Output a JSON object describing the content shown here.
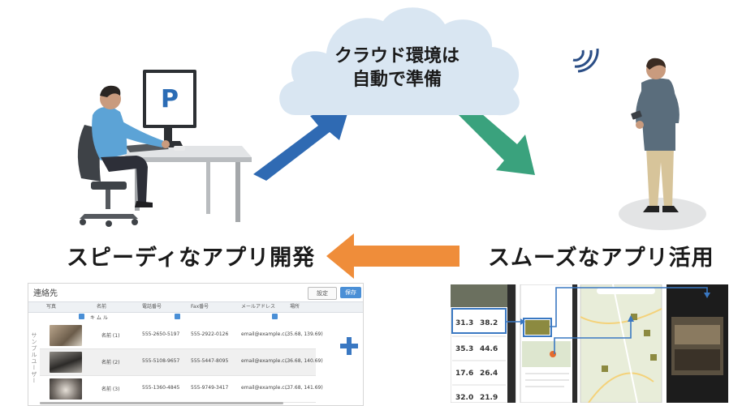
{
  "cloud": {
    "line1": "クラウド環境は",
    "line2": "自動で準備"
  },
  "captions": {
    "left": "スピーディなアプリ開発",
    "right": "スムーズなアプリ活用"
  },
  "monitor": {
    "logo_letter": "P"
  },
  "table": {
    "title": "連絡先",
    "settings_label": "設定",
    "save_label": "保存",
    "side_label": "サンプルユーザー",
    "columns": [
      "写真",
      "名前",
      "電話番号",
      "Fax番号",
      "メールアドレス",
      "場所"
    ],
    "filter_text": "キ ム ル",
    "rows": [
      {
        "name": "名前 (1)",
        "phone": "555-2650-5197",
        "fax": "555-2922-0126",
        "email": "email@example.c...",
        "loc": "(35.68, 139.69)"
      },
      {
        "name": "名前 (2)",
        "phone": "555-5108-9657",
        "fax": "555-5447-8095",
        "email": "email@example.c...",
        "loc": "(36.68, 140.69)"
      },
      {
        "name": "名前 (3)",
        "phone": "555-1360-4845",
        "fax": "555-9749-3417",
        "email": "email@example.c...",
        "loc": "(37.68, 141.69)"
      }
    ]
  },
  "phone_values": {
    "a1": "31.3",
    "a2": "38.2",
    "b1": "35.3",
    "b2": "44.6",
    "c1": "17.6",
    "c2": "26.4",
    "d1": "32.0",
    "d2": "21.9"
  },
  "colors": {
    "arrow_up": "#2f6ab3",
    "arrow_down": "#3aa27d",
    "arrow_left": "#ef8d3a",
    "cloud": "#d9e6f2",
    "accent_blue": "#4a8fd6"
  }
}
